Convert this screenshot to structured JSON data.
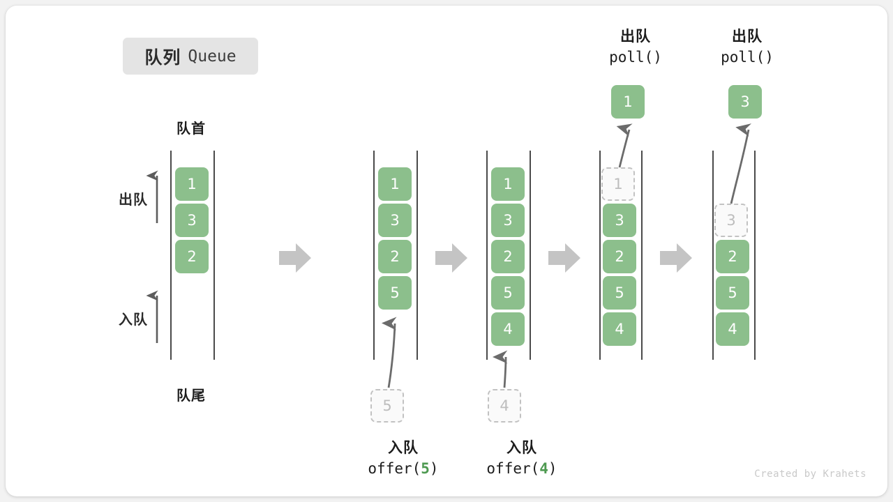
{
  "title": {
    "zh": "队列",
    "en": "Queue"
  },
  "labels": {
    "head": "队首",
    "tail": "队尾",
    "dequeue_side": "出队",
    "enqueue_side": "入队"
  },
  "watermark": "Created by Krahets",
  "colors": {
    "cell_green": "#8cbf8c",
    "ghost_border": "#c2c2c2",
    "ghost_text": "#bdbdbd",
    "rail": "#4a4a4a",
    "flow_arrow": "#c4c4c4",
    "op_arrow": "#6b6b6b",
    "badge_bg": "#e4e4e4",
    "accent_num": "#4e9a51"
  },
  "columns": [
    {
      "id": "col-1",
      "cells": [
        "1",
        "3",
        "2"
      ],
      "ghost_index": null,
      "ghost_value": null
    },
    {
      "id": "col-2",
      "cells": [
        "1",
        "3",
        "2",
        "5"
      ],
      "ghost_index": null,
      "ghost_value": null
    },
    {
      "id": "col-3",
      "cells": [
        "1",
        "3",
        "2",
        "5",
        "4"
      ],
      "ghost_index": null,
      "ghost_value": null
    },
    {
      "id": "col-4",
      "cells": [
        "1",
        "3",
        "2",
        "5",
        "4"
      ],
      "ghost_index": 0,
      "ghost_value": "1"
    },
    {
      "id": "col-5",
      "cells": [
        "3",
        "2",
        "5",
        "4"
      ],
      "ghost_index": 0,
      "ghost_value": "3"
    }
  ],
  "operations": [
    {
      "id": "op-offer-5",
      "kind": "enqueue",
      "zh": "入队",
      "code_prefix": "offer(",
      "code_value": "5",
      "code_suffix": ")",
      "ghost_value": "5"
    },
    {
      "id": "op-offer-4",
      "kind": "enqueue",
      "zh": "入队",
      "code_prefix": "offer(",
      "code_value": "4",
      "code_suffix": ")",
      "ghost_value": "4"
    },
    {
      "id": "op-poll-1",
      "kind": "dequeue",
      "zh": "出队",
      "code_prefix": "poll(",
      "code_value": "",
      "code_suffix": ")",
      "popped_value": "1"
    },
    {
      "id": "op-poll-3",
      "kind": "dequeue",
      "zh": "出队",
      "code_prefix": "poll(",
      "code_value": "",
      "code_suffix": ")",
      "popped_value": "3"
    }
  ]
}
